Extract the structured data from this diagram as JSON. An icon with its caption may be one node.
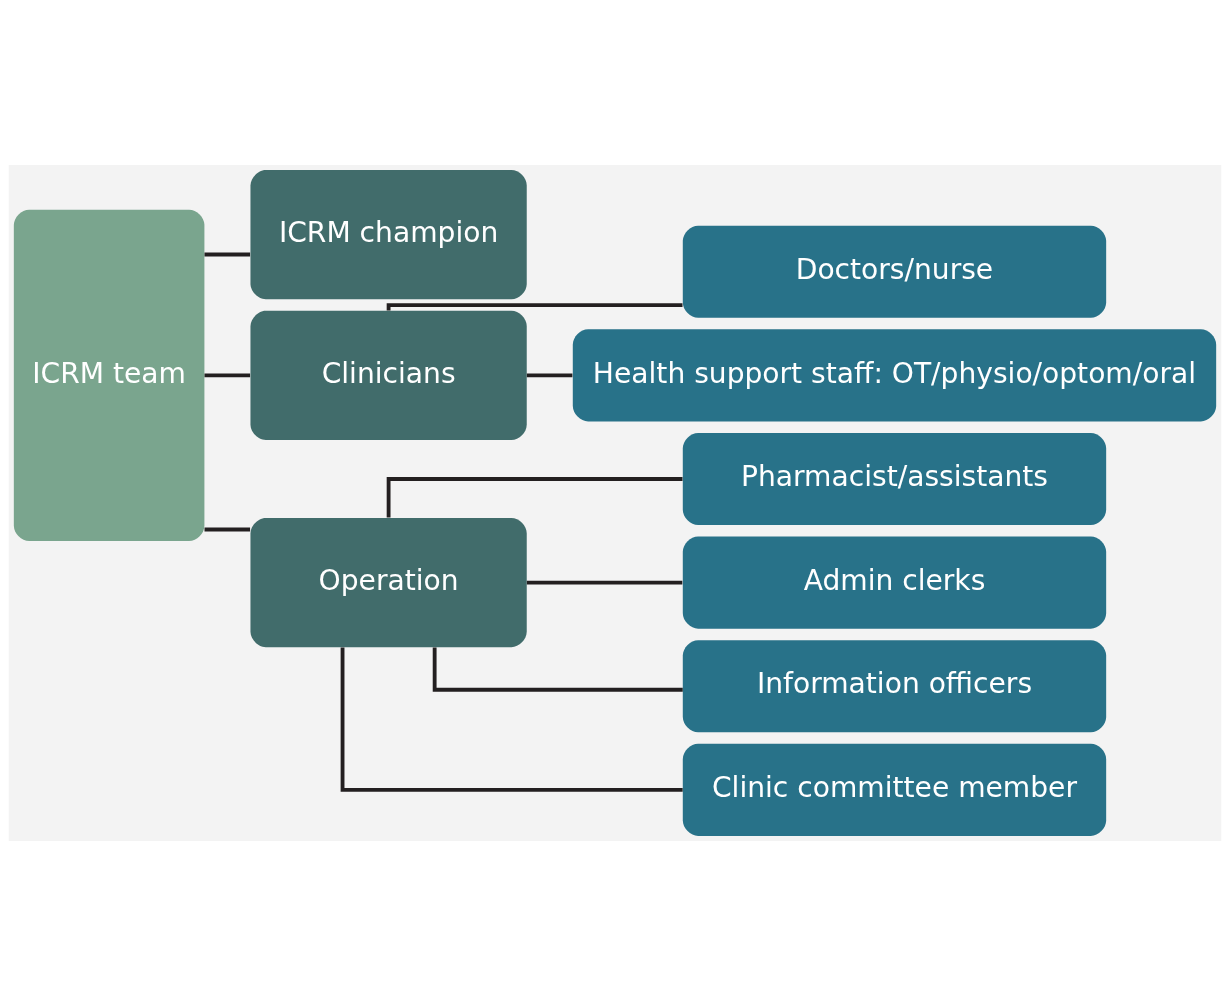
{
  "diagram": {
    "nodes": [
      {
        "text": [
          "ICRM team"
        ]
      },
      {
        "text": [
          "ICRM champion"
        ]
      },
      {
        "text": [
          "Clinicians"
        ]
      },
      {
        "text": [
          "Doctors/nurse"
        ]
      },
      {
        "text": [
          "Health support staff: OT/physio/optom/oral"
        ]
      },
      {
        "text": [
          "Operation"
        ]
      },
      {
        "text": [
          "Pharmacist/assistants"
        ]
      },
      {
        "text": [
          "Admin clerks"
        ]
      },
      {
        "text": [
          "Information officers"
        ]
      },
      {
        "text": [
          "Clinic committee member"
        ]
      }
    ],
    "edges": [
      {
        "from": 0,
        "to": 1,
        "arrow": "none"
      },
      {
        "from": 0,
        "to": 2,
        "arrow": "none"
      },
      {
        "from": 0,
        "to": 5,
        "arrow": "none"
      },
      {
        "from": 2,
        "to": 3,
        "arrow": "none"
      },
      {
        "from": 2,
        "to": 4,
        "arrow": "none"
      },
      {
        "from": 5,
        "to": 6,
        "arrow": "none"
      },
      {
        "from": 5,
        "to": 7,
        "arrow": "none"
      },
      {
        "from": 5,
        "to": 8,
        "arrow": "none"
      },
      {
        "from": 5,
        "to": 9,
        "arrow": "none"
      }
    ]
  }
}
